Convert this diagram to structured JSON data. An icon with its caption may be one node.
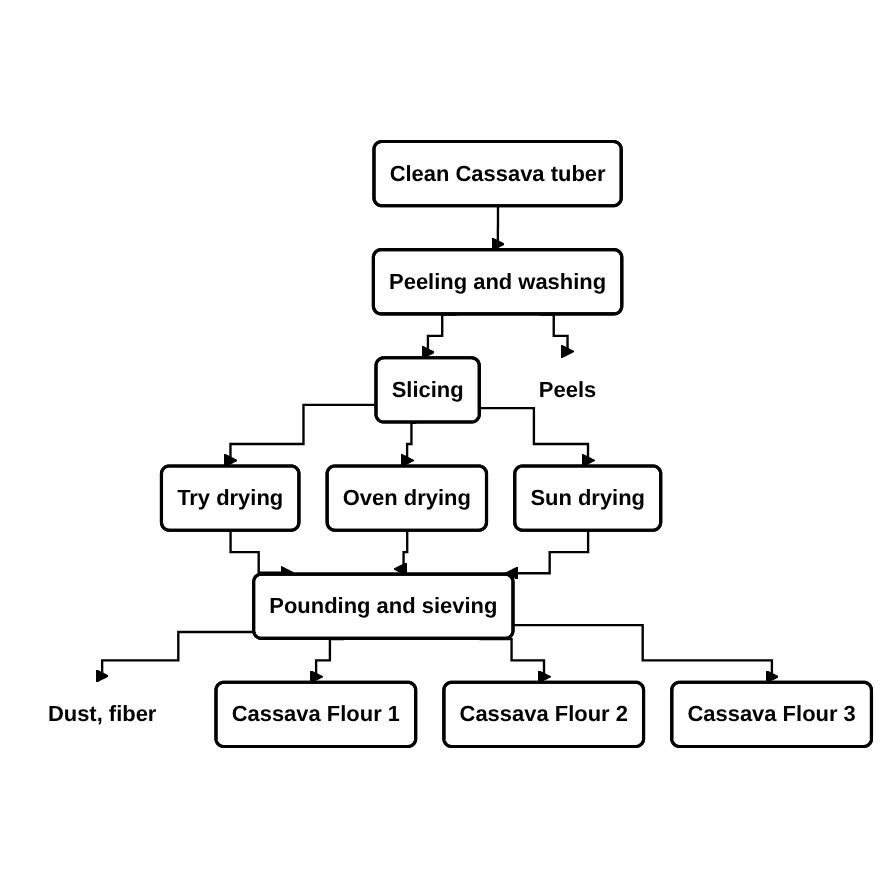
{
  "diagram": {
    "nodes": [
      {
        "text": [
          "Clean Cassava tuber"
        ]
      },
      {
        "text": [
          "Peeling and washing"
        ]
      },
      {
        "text": [
          "Peels"
        ]
      },
      {
        "text": [
          "Slicing"
        ]
      },
      {
        "text": [
          "Try drying"
        ]
      },
      {
        "text": [
          "Oven drying"
        ]
      },
      {
        "text": [
          "Sun drying"
        ]
      },
      {
        "text": [
          "Pounding and sieving"
        ]
      },
      {
        "text": [
          "Dust, fiber"
        ]
      },
      {
        "text": [
          "Cassava Flour 1"
        ]
      },
      {
        "text": [
          "Cassava Flour 2"
        ]
      },
      {
        "text": [
          "Cassava Flour 3"
        ]
      }
    ],
    "edges": [
      {
        "from": 0,
        "to": 1,
        "arrow": "to"
      },
      {
        "from": 1,
        "to": 2,
        "arrow": "to"
      },
      {
        "from": 1,
        "to": 3,
        "arrow": "to"
      },
      {
        "from": 3,
        "to": 4,
        "arrow": "to"
      },
      {
        "from": 3,
        "to": 5,
        "arrow": "to"
      },
      {
        "from": 3,
        "to": 6,
        "arrow": "to"
      },
      {
        "from": 4,
        "to": 7,
        "arrow": "to"
      },
      {
        "from": 5,
        "to": 7,
        "arrow": "to"
      },
      {
        "from": 6,
        "to": 7,
        "arrow": "to"
      },
      {
        "from": 7,
        "to": 8,
        "arrow": "to"
      },
      {
        "from": 7,
        "to": 9,
        "arrow": "to"
      },
      {
        "from": 7,
        "to": 10,
        "arrow": "to"
      },
      {
        "from": 7,
        "to": 11,
        "arrow": "to"
      }
    ]
  }
}
